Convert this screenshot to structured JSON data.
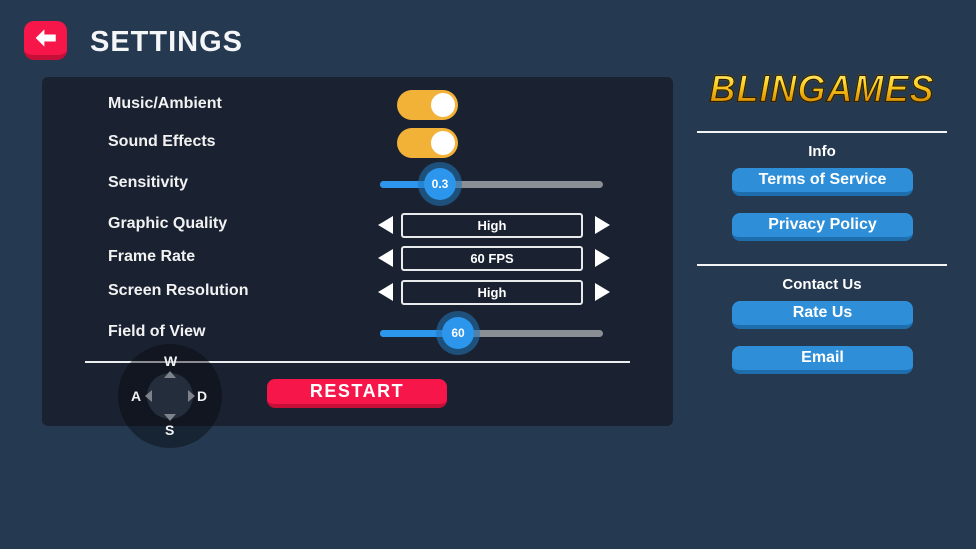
{
  "header": {
    "title": "SETTINGS"
  },
  "panel": {
    "rows": {
      "music": {
        "label": "Music/Ambient",
        "state": "on"
      },
      "sound": {
        "label": "Sound Effects",
        "state": "on"
      },
      "sensitivity": {
        "label": "Sensitivity",
        "value": "0.3"
      },
      "graphic_quality": {
        "label": "Graphic Quality",
        "value": "High"
      },
      "frame_rate": {
        "label": "Frame Rate",
        "value": "60 FPS"
      },
      "screen_resolution": {
        "label": "Screen Resolution",
        "value": "High"
      },
      "field_of_view": {
        "label": "Field of View",
        "value": "60"
      }
    },
    "restart_label": "RESTART",
    "wasd": {
      "up": "W",
      "left": "A",
      "down": "S",
      "right": "D"
    }
  },
  "sidebar": {
    "logo_text": "BLINGAMES",
    "info": {
      "heading": "Info",
      "terms_label": "Terms of Service",
      "privacy_label": "Privacy Policy"
    },
    "contact": {
      "heading": "Contact Us",
      "rate_label": "Rate Us",
      "email_label": "Email"
    }
  },
  "colors": {
    "background": "#253951",
    "panel": "#1A2231",
    "accent_red": "#F7164A",
    "accent_red_shade": "#C50E38",
    "blue_button": "#2E8FD8",
    "toggle_on": "#F2B137",
    "slider_blue": "#2B96EC",
    "slider_track": "#8A8E95",
    "logo_gold": "#FFD428"
  }
}
